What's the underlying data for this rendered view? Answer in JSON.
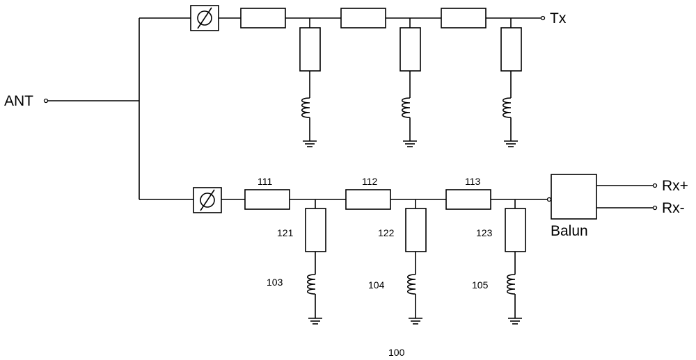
{
  "ports": {
    "ant": "ANT",
    "tx": "Tx",
    "rx_plus": "Rx+",
    "rx_minus": "Rx-"
  },
  "balun_label": "Balun",
  "figure_label": "100",
  "rx_series_labels": [
    "111",
    "112",
    "113"
  ],
  "rx_shunt_labels": [
    "121",
    "122",
    "123"
  ],
  "rx_inductor_labels": [
    "103",
    "104",
    "105"
  ]
}
